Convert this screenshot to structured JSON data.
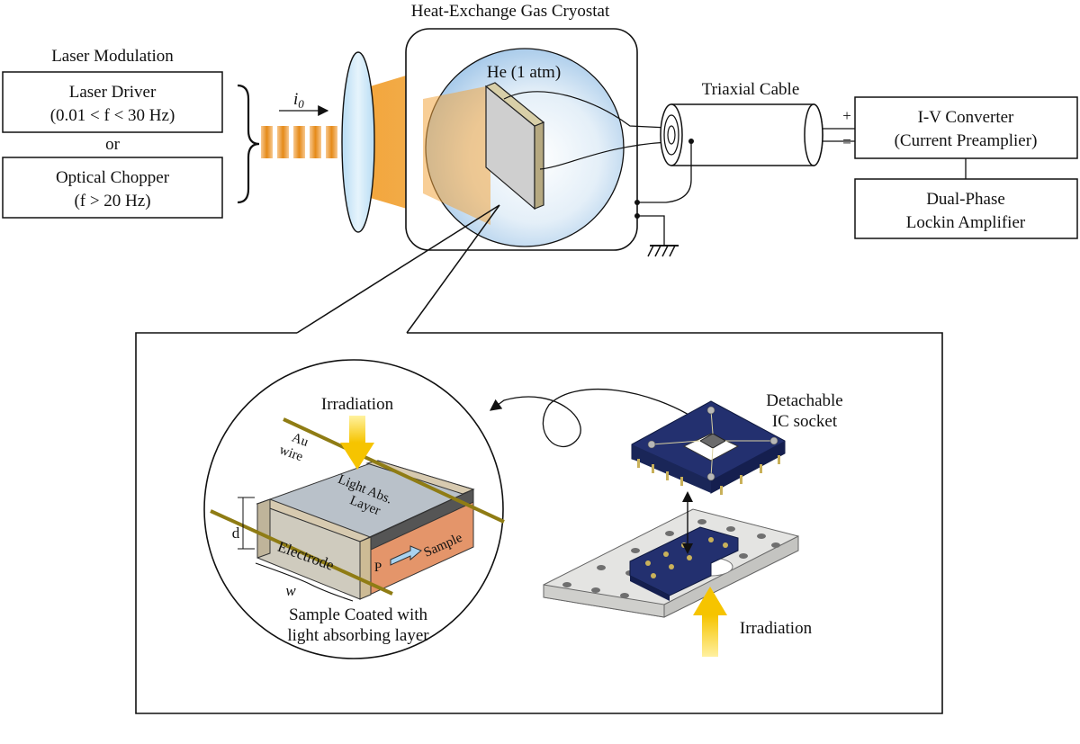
{
  "laser_modulation": {
    "title": "Laser Modulation",
    "driver_line1": "Laser Driver",
    "driver_line2": "(0.01 < f < 30 Hz)",
    "or": "or",
    "chopper_line1": "Optical Chopper",
    "chopper_line2": "(f > 20 Hz)"
  },
  "beam": {
    "current_symbol": "i",
    "current_subscript": "0"
  },
  "cryostat": {
    "title": "Heat-Exchange Gas Cryostat",
    "gas": "He (1 atm)"
  },
  "cable": {
    "label": "Triaxial Cable",
    "plus": "+",
    "minus": "="
  },
  "iv_converter": {
    "line1": "I-V Converter",
    "line2": "(Current Preamplier)"
  },
  "lockin": {
    "line1": "Dual-Phase",
    "line2": "Lockin Amplifier"
  },
  "detail": {
    "irradiation_top": "Irradiation",
    "au_wire_1": "Au",
    "au_wire_2": "wire",
    "light_abs_1": "Light Abs.",
    "light_abs_2": "Layer",
    "electrode": "Electrode",
    "p": "P",
    "sample": "Sample",
    "d": "d",
    "w": "w",
    "caption_1": "Sample Coated with",
    "caption_2": "light absorbing layer",
    "socket_1": "Detachable",
    "socket_2": "IC socket",
    "irradiation_bottom": "Irradiation"
  },
  "colors": {
    "laser_orange": "#f0a030",
    "lens_blue": "#cfe8f8",
    "sphere_blue": "#a9cdec",
    "socket_navy": "#23306f",
    "plate_gray": "#e4e4e2",
    "arrow_yellow": "#f8c800",
    "sample_orange": "#e4956a",
    "electrode_gray": "#cfcbbe",
    "abs_layer": "#b9c1c9"
  }
}
